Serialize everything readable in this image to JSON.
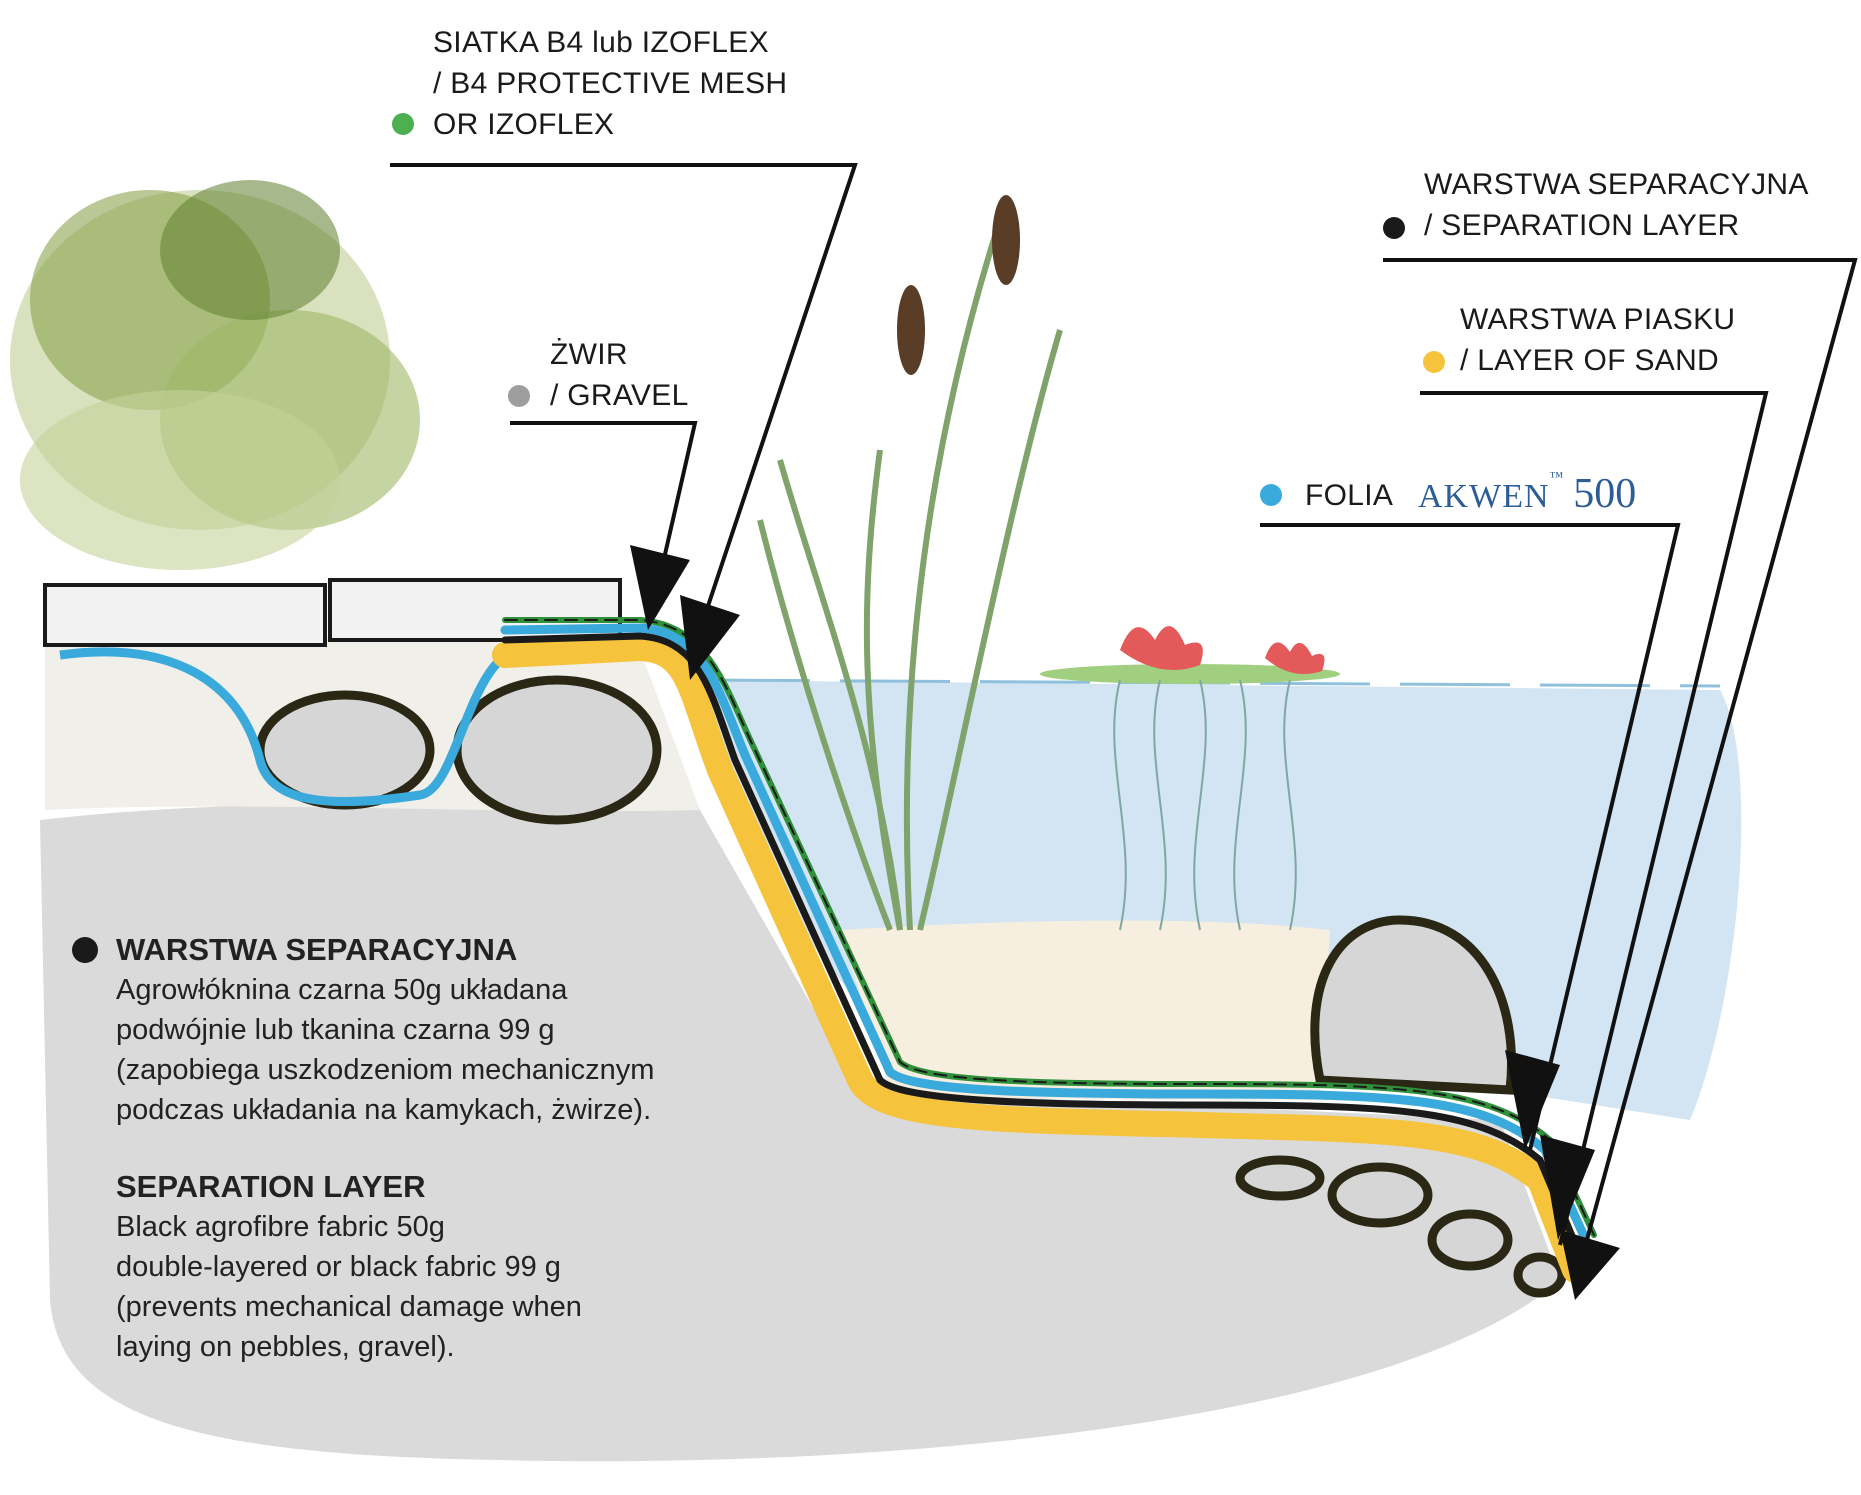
{
  "labels": {
    "mesh": [
      "SIATKA B4 lub IZOFLEX",
      "/ B4 PROTECTIVE MESH",
      "OR IZOFLEX"
    ],
    "gravel": [
      "ŻWIR",
      "/ GRAVEL"
    ],
    "separation": [
      "WARSTWA SEPARACYJNA",
      "/ SEPARATION LAYER"
    ],
    "sand": [
      "WARSTWA PIASKU",
      "/ LAYER OF SAND"
    ],
    "liner": {
      "prefix": "FOLIA",
      "brand": "AKWEN",
      "tm": "™",
      "number": "500"
    }
  },
  "description_pl": {
    "title": "WARSTWA SEPARACYJNA",
    "lines": [
      "Agrowłóknina czarna 50g układana",
      "podwójnie lub tkanina czarna 99 g",
      "(zapobiega uszkodzeniom mechanicznym",
      "podczas układania na kamykach, żwirze)."
    ]
  },
  "description_en": {
    "title": "SEPARATION LAYER",
    "lines": [
      "Black agrofibre fabric 50g",
      "double-layered or black fabric 99 g",
      "(prevents mechanical damage when",
      "laying on pebbles, gravel)."
    ]
  },
  "colors": {
    "mesh": "#4caf50",
    "gravel": "#9e9e9e",
    "separation": "#1a1a1a",
    "sand": "#f5c43c",
    "liner": "#3aa9dc",
    "water": "#cfe3f3",
    "soil": "#d7d7d7",
    "plant": "#6b8f3a"
  }
}
